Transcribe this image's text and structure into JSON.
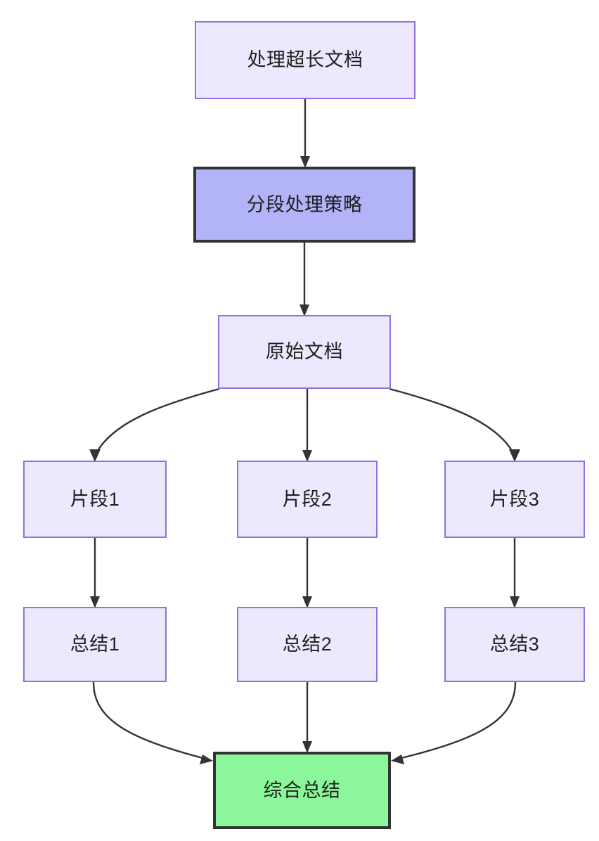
{
  "diagram": {
    "type": "flowchart",
    "direction": "top-down",
    "title": "处理超长文档",
    "background_color": "#ffffff",
    "theme": {
      "node_fill": "#ece8fd",
      "node_border": "#9370db",
      "highlight_primary_fill": "#b3b3f7",
      "highlight_result_fill": "#8cf79a",
      "highlight_border": "#333333",
      "edge_color": "#333333",
      "text_color": "#1f1f1f"
    },
    "nodes": [
      {
        "id": "long-doc",
        "label": "处理超长文档",
        "style": "default"
      },
      {
        "id": "strategy",
        "label": "分段处理策略",
        "style": "highlight-primary"
      },
      {
        "id": "source-doc",
        "label": "原始文档",
        "style": "default"
      },
      {
        "id": "fragment-1",
        "label": "片段1",
        "style": "default"
      },
      {
        "id": "fragment-2",
        "label": "片段2",
        "style": "default"
      },
      {
        "id": "fragment-3",
        "label": "片段3",
        "style": "default"
      },
      {
        "id": "summary-1",
        "label": "总结1",
        "style": "default"
      },
      {
        "id": "summary-2",
        "label": "总结2",
        "style": "default"
      },
      {
        "id": "summary-3",
        "label": "总结3",
        "style": "default"
      },
      {
        "id": "final-summary",
        "label": "综合总结",
        "style": "highlight-result"
      }
    ],
    "edges": [
      {
        "from": "long-doc",
        "to": "strategy",
        "shape": "straight"
      },
      {
        "from": "strategy",
        "to": "source-doc",
        "shape": "straight"
      },
      {
        "from": "source-doc",
        "to": "fragment-1",
        "shape": "curve-left"
      },
      {
        "from": "source-doc",
        "to": "fragment-2",
        "shape": "straight"
      },
      {
        "from": "source-doc",
        "to": "fragment-3",
        "shape": "curve-right"
      },
      {
        "from": "fragment-1",
        "to": "summary-1",
        "shape": "straight"
      },
      {
        "from": "fragment-2",
        "to": "summary-2",
        "shape": "straight"
      },
      {
        "from": "fragment-3",
        "to": "summary-3",
        "shape": "straight"
      },
      {
        "from": "summary-1",
        "to": "final-summary",
        "shape": "curve-right"
      },
      {
        "from": "summary-2",
        "to": "final-summary",
        "shape": "straight"
      },
      {
        "from": "summary-3",
        "to": "final-summary",
        "shape": "curve-left"
      }
    ]
  }
}
